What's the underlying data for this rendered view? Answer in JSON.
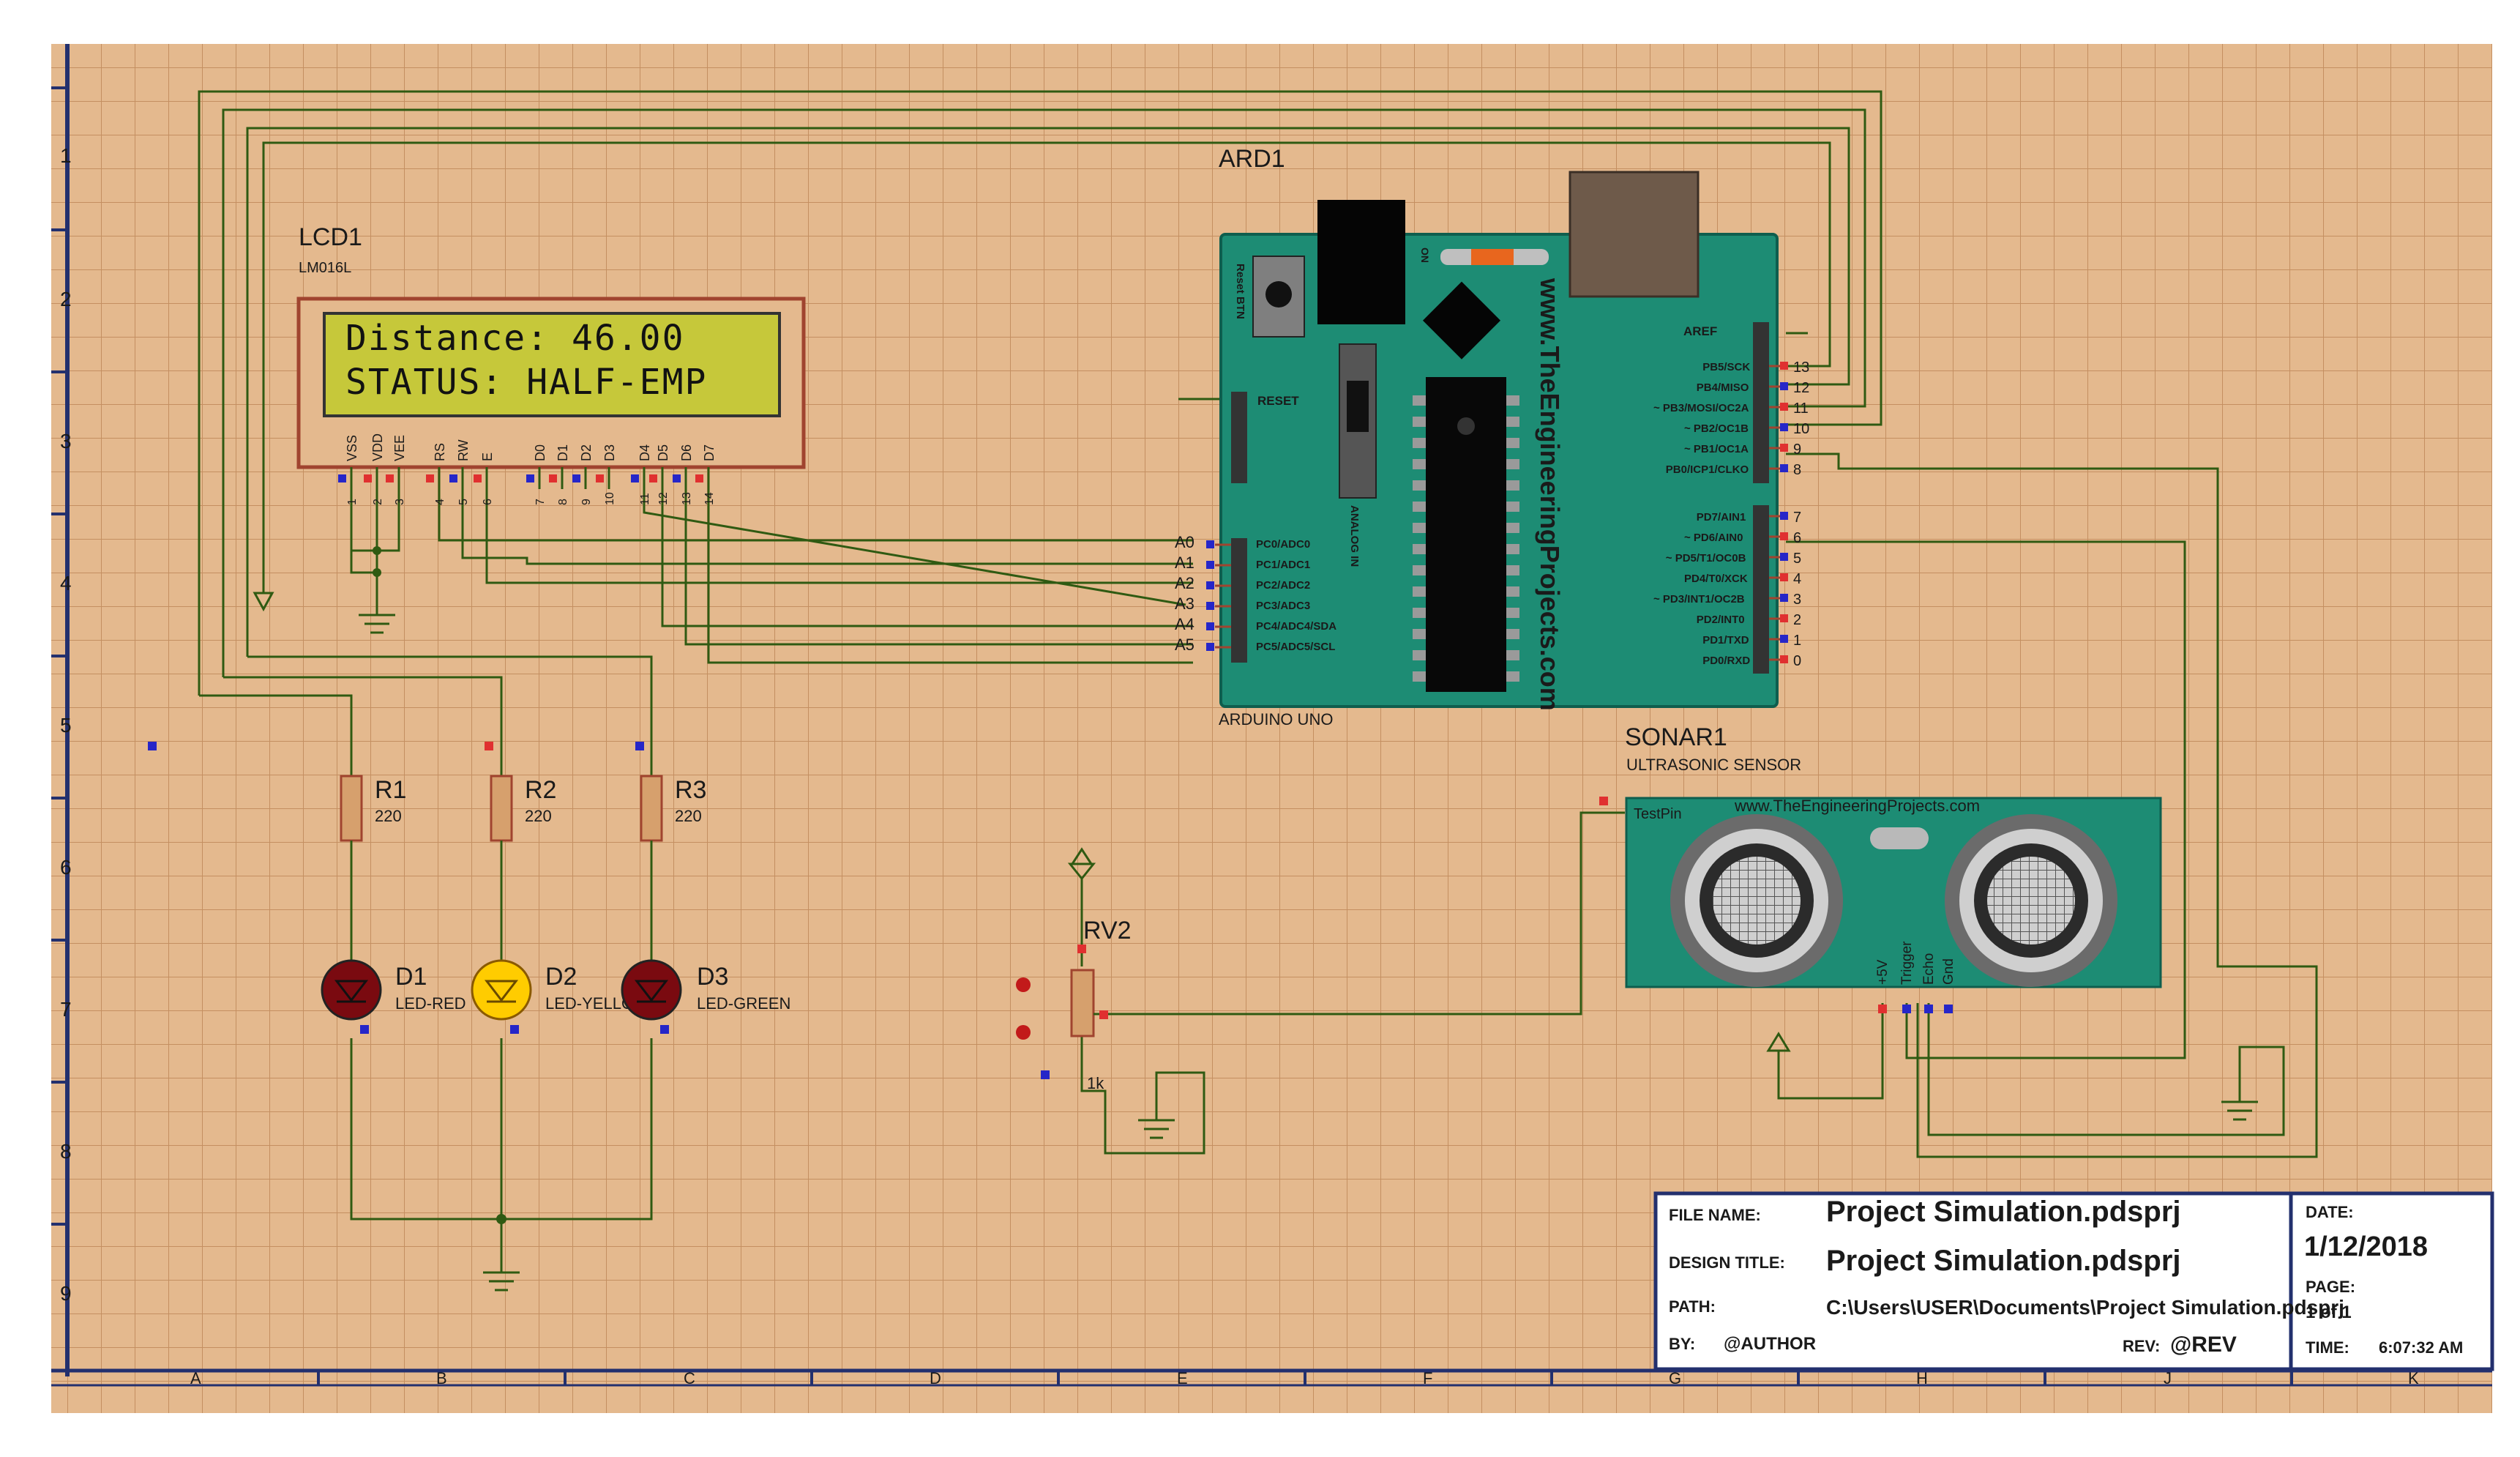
{
  "grid": {
    "row_labels": [
      "1",
      "2",
      "3",
      "4",
      "5",
      "6",
      "7",
      "8",
      "9"
    ],
    "col_labels": [
      "A",
      "B",
      "C",
      "D",
      "E",
      "F",
      "G",
      "H",
      "J",
      "K"
    ]
  },
  "colors": {
    "sheet_bg": "#e4b98e",
    "grid_line": "#c8956a",
    "wire": "#2f5a12",
    "board_green": "#1d8c74",
    "lcd_bg": "#c6c83a",
    "pin_red": "#e03030",
    "pin_blue": "#2626c8"
  },
  "lcd": {
    "ref": "LCD1",
    "model": "LM016L",
    "line1": "Distance: 46.00",
    "line2": "STATUS: HALF-EMP",
    "pins": [
      "VSS",
      "VDD",
      "VEE",
      "RS",
      "RW",
      "E",
      "D0",
      "D1",
      "D2",
      "D3",
      "D4",
      "D5",
      "D6",
      "D7"
    ],
    "pin_numbers": [
      "1",
      "2",
      "3",
      "4",
      "5",
      "6",
      "7",
      "8",
      "9",
      "10",
      "11",
      "12",
      "13",
      "14"
    ]
  },
  "arduino": {
    "ref": "ARD1",
    "model": "ARDUINO UNO",
    "website": "www.TheEngineeringProjects.com",
    "reset_btn": "Reset BTN",
    "on_label": "ON",
    "reset_label": "RESET",
    "analog_label": "ANALOG IN",
    "aref": "AREF",
    "analog_pins": [
      "A0",
      "A1",
      "A2",
      "A3",
      "A4",
      "A5"
    ],
    "analog_pin_names": [
      "PC0/ADC0",
      "PC1/ADC1",
      "PC2/ADC2",
      "PC3/ADC3",
      "PC4/ADC4/SDA",
      "PC5/ADC5/SCL"
    ],
    "digital_high_names": [
      "PB5/SCK",
      "PB4/MISO",
      "~ PB3/MOSI/OC2A",
      "~ PB2/OC1B",
      "~ PB1/OC1A",
      "PB0/ICP1/CLKO"
    ],
    "digital_high_numbers": [
      "13",
      "12",
      "11",
      "10",
      "9",
      "8"
    ],
    "digital_low_names": [
      "PD7/AIN1",
      "~ PD6/AIN0",
      "~ PD5/T1/OC0B",
      "PD4/T0/XCK",
      "~ PD3/INT1/OC2B",
      "PD2/INT0",
      "PD1/TXD",
      "PD0/RXD"
    ],
    "digital_low_numbers": [
      "7",
      "6",
      "5",
      "4",
      "3",
      "2",
      "1",
      "0"
    ]
  },
  "sonar": {
    "ref": "SONAR1",
    "model": "ULTRASONIC SENSOR",
    "website": "www.TheEngineeringProjects.com",
    "testpin": "TestPin",
    "pins": [
      "+5V",
      "Trigger",
      "Echo",
      "Gnd"
    ]
  },
  "resistors": [
    {
      "ref": "R1",
      "value": "220"
    },
    {
      "ref": "R2",
      "value": "220"
    },
    {
      "ref": "R3",
      "value": "220"
    }
  ],
  "leds": [
    {
      "ref": "D1",
      "type": "LED-RED"
    },
    {
      "ref": "D2",
      "type": "LED-YELLOW"
    },
    {
      "ref": "D3",
      "type": "LED-GREEN"
    }
  ],
  "pot": {
    "ref": "RV2",
    "value": "1k"
  },
  "title_block": {
    "file_name_label": "FILE NAME:",
    "file_name": "Project Simulation.pdsprj",
    "design_title_label": "DESIGN TITLE:",
    "design_title": "Project Simulation.pdsprj",
    "path_label": "PATH:",
    "path": "C:\\Users\\USER\\Documents\\Project Simulation.pdsprj",
    "by_label": "BY:",
    "by": "@AUTHOR",
    "rev_label": "REV:",
    "rev": "@REV",
    "date_label": "DATE:",
    "date": "1/12/2018",
    "page_label": "PAGE:",
    "page": "1 of 1",
    "time_label": "TIME:",
    "time": "6:07:32 AM"
  }
}
